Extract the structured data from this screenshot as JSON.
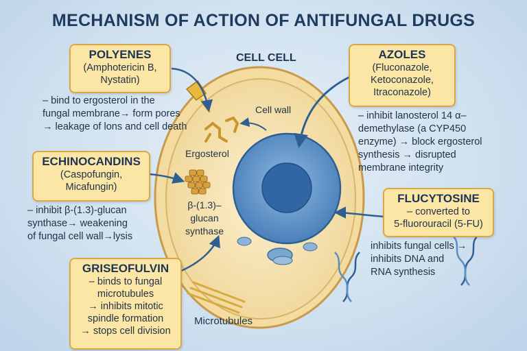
{
  "title": "MECHANISM OF ACTION OF ANTIFUNGAL DRUGS",
  "cell_title": "CELL CELL",
  "labels": {
    "cell_wall": "Cell wall",
    "ergosterol": "Ergosterol",
    "glucan_synthase": [
      "β-(1.3)–",
      "glucan",
      "synthase"
    ],
    "microtubules": "Microtubules"
  },
  "drugs": {
    "polyenes": {
      "name": "POLYENES",
      "examples": [
        "(Amphotericin B,",
        "Nystatin)"
      ],
      "mechanism": [
        "– bind to ergosterol in the",
        "fungal membrane→ form pores",
        "→ leakage of lons and cell death"
      ]
    },
    "azoles": {
      "name": "AZOLES",
      "examples": [
        "(Fluconazole,",
        "Ketoconazole,",
        "Itraconazole)"
      ],
      "mechanism": [
        "– inhibit lanosterol 14 α–",
        "demethylase (a CYP450",
        "enzyme) → block ergosterol",
        "synthesis → disrupted",
        "membrane integrity"
      ]
    },
    "echinocandins": {
      "name": "ECHINOCANDINS",
      "examples": [
        "(Caspofungin,",
        "Micafungin)"
      ],
      "mechanism": [
        "– inhibit β-(1.3)-glucan",
        "synthase→ weakening",
        "of fungal cell wall→lysis"
      ]
    },
    "flucytosine": {
      "name": "FLUCYTOSINE",
      "examples": [
        "– converted to",
        "5-fluorouracil (5-FU)"
      ],
      "mechanism": [
        "inhibits fungal cells →",
        "inhibits DNA and",
        "RNA synthesis"
      ]
    },
    "griseofulvin": {
      "name": "GRISEOFULVIN",
      "examples": [
        "– binds to fungal",
        "microtubules",
        "→ inhibits mitotic",
        "spindle formation",
        "→ stops cell division"
      ]
    }
  },
  "colors": {
    "box_fill": "#fbe6a6",
    "box_border": "#d9a845",
    "arrow": "#2f5f91",
    "nucleus": "#4e86c0",
    "cytoplasm": "#f7e3b2"
  }
}
